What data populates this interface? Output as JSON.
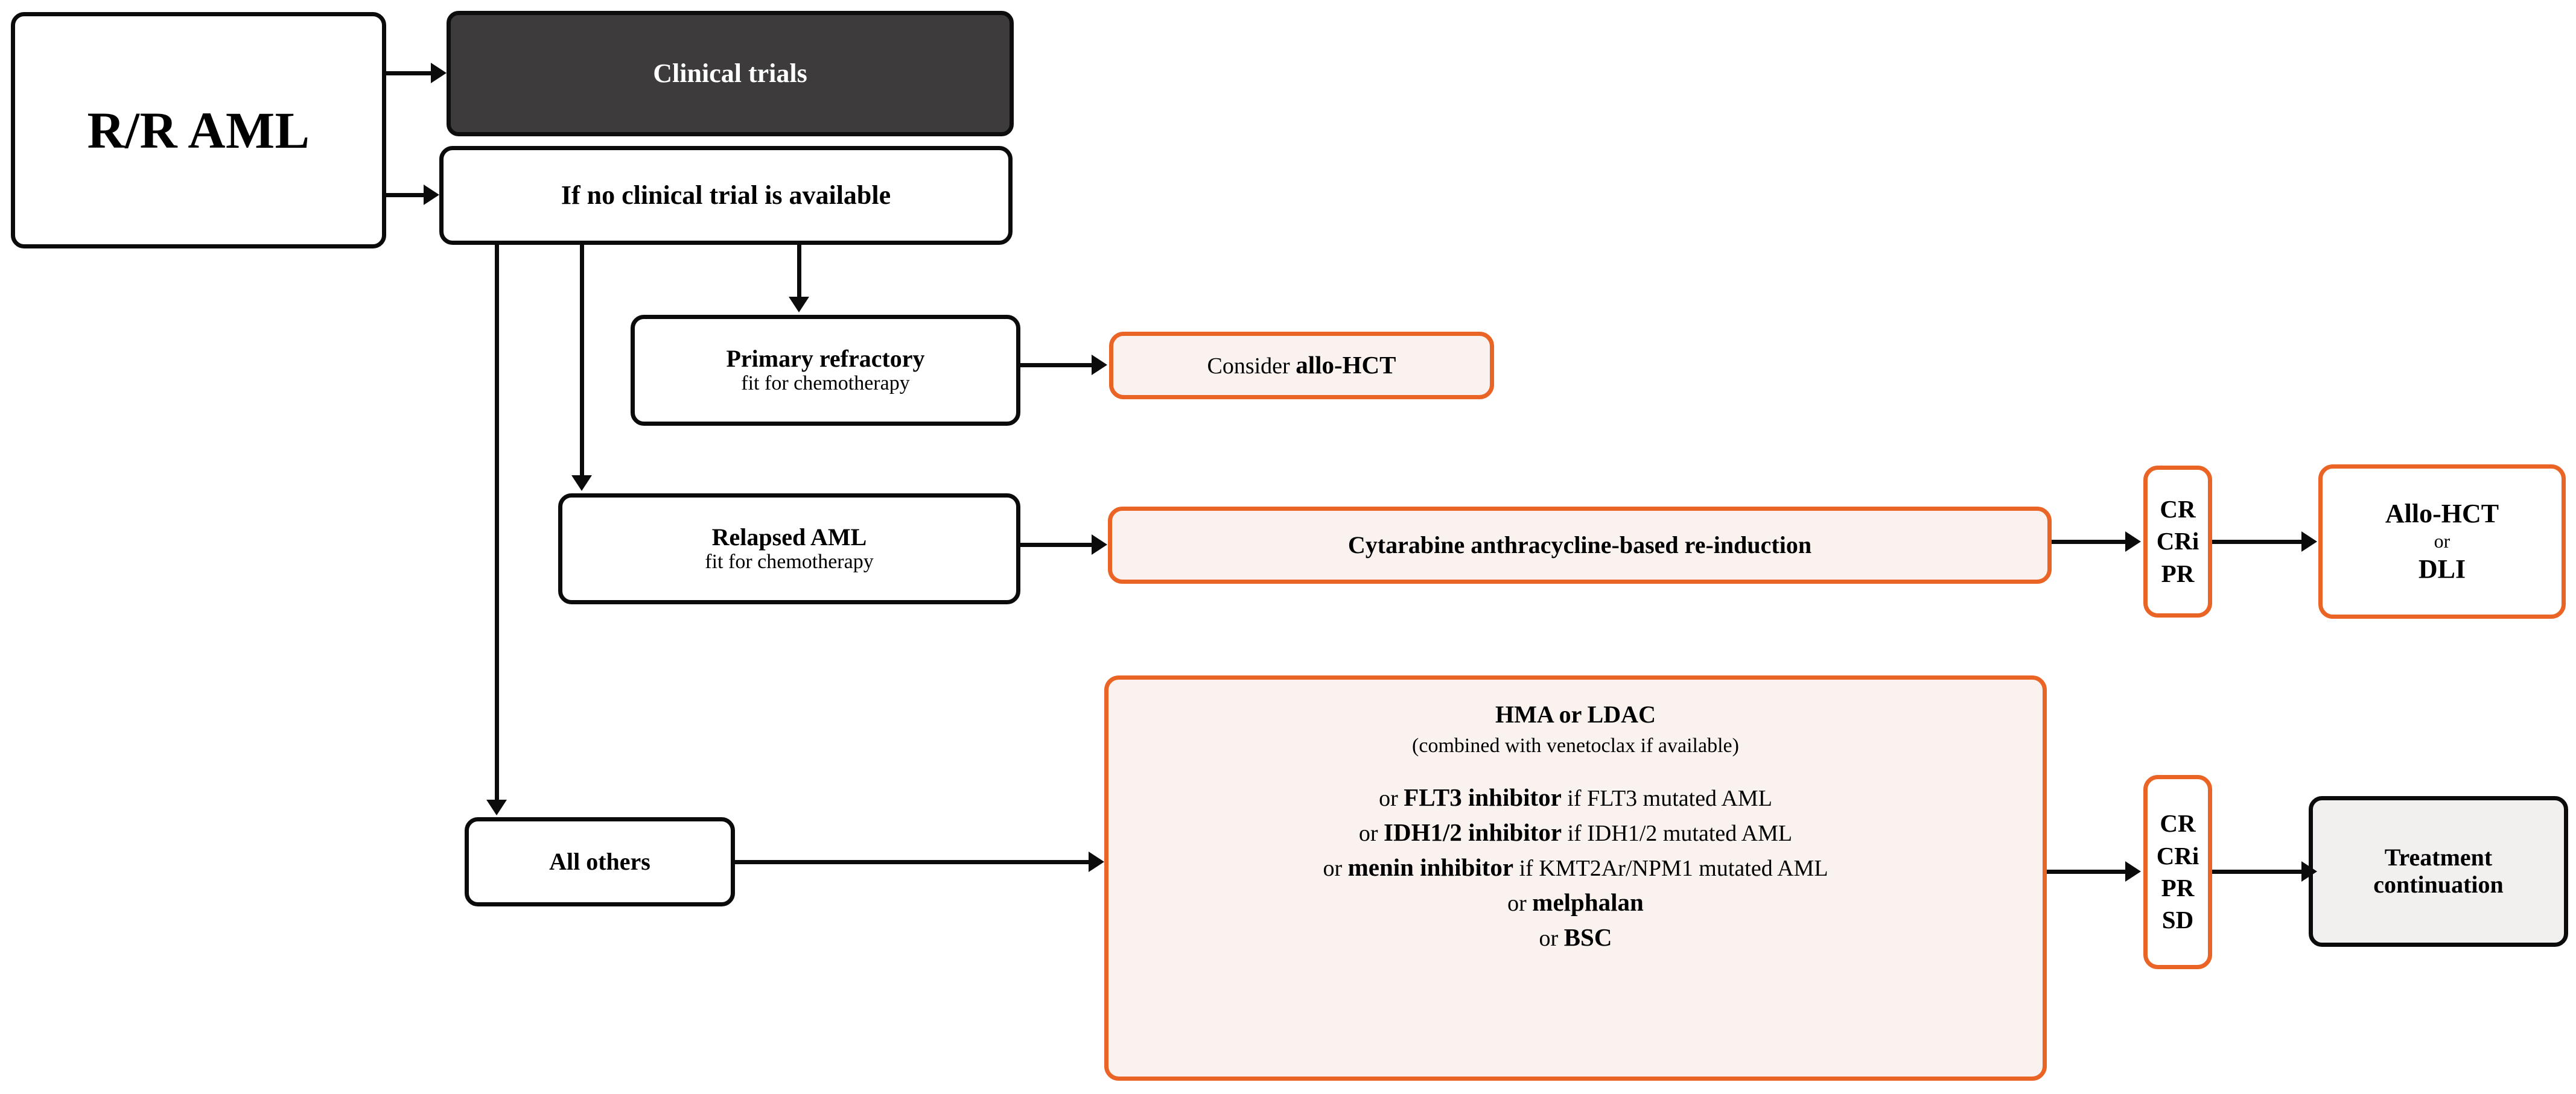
{
  "diagram": {
    "title_root": "R/R AML",
    "nodes": {
      "root": "R/R AML",
      "clinical_trials": "Clinical trials",
      "no_trial": "If no clinical trial is available",
      "primary_refractory_main": "Primary refractory",
      "primary_refractory_sub": "fit for chemotherapy",
      "consider_allohct_prefix": "Consider ",
      "consider_allohct_bold": "allo-HCT",
      "relapsed_main": "Relapsed AML",
      "relapsed_sub": "fit for chemotherapy",
      "reinduction": "Cytarabine anthracycline-based re-induction",
      "all_others": "All others",
      "treatment_continuation_line1": "Treatment",
      "treatment_continuation_line2": "continuation",
      "allohct_dli_line1": "Allo-HCT",
      "allohct_dli_or": "or",
      "allohct_dli_line2": "DLI"
    },
    "response_top": {
      "line1": "CR",
      "line2": "CRi",
      "line3": "PR"
    },
    "response_bottom": {
      "line1": "CR",
      "line2": "CRi",
      "line3": "PR",
      "line4": "SD"
    },
    "hma_box": {
      "heading": "HMA or LDAC",
      "subheading": "(combined with venetoclax if available)",
      "options": [
        {
          "prefix": "or ",
          "drug": "FLT3 inhibitor",
          "suffix": " if FLT3 mutated AML"
        },
        {
          "prefix": "or ",
          "drug": "IDH1/2 inhibitor",
          "suffix": " if IDH1/2 mutated AML"
        },
        {
          "prefix": "or ",
          "drug": "menin inhibitor",
          "suffix": " if KMT2Ar/NPM1 mutated AML"
        },
        {
          "prefix": "or ",
          "drug": "melphalan",
          "suffix": ""
        },
        {
          "prefix": "or ",
          "drug": "BSC",
          "suffix": ""
        }
      ]
    },
    "colors": {
      "accent_orange": "#ea6425",
      "orange_fill": "#faf2ef",
      "dark_node": "#3d3b3c",
      "gray_fill": "#f2efef",
      "line_black": "#0b0b0b"
    }
  }
}
